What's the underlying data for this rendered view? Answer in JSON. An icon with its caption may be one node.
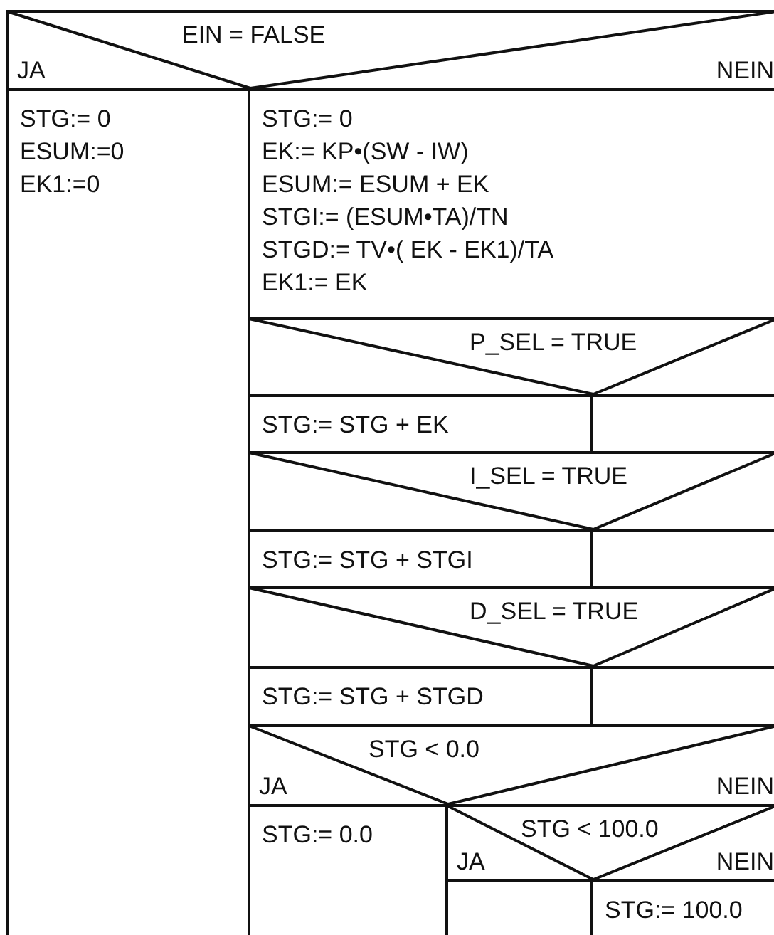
{
  "diagram": {
    "nodes": [
      {
        "text": [
          "EIN = FALSE",
          "JA",
          "NEIN"
        ]
      },
      {
        "text": [
          "STG:= 0",
          "ESUM:=0",
          "EK1:=0"
        ]
      },
      {
        "text": [
          "STG:= 0",
          "EK:= KP•(SW - IW)",
          "ESUM:= ESUM + EK",
          "STGI:= (ESUM•TA)/TN",
          "STGD:= TV•( EK - EK1)/TA",
          "EK1:= EK"
        ]
      },
      {
        "text": [
          "P_SEL = TRUE"
        ]
      },
      {
        "text": [
          "STG:= STG + EK"
        ]
      },
      {
        "text": [],
        "shape": "box"
      },
      {
        "text": [
          "I_SEL = TRUE"
        ]
      },
      {
        "text": [
          "STG:= STG + STGI"
        ]
      },
      {
        "text": [],
        "shape": "box"
      },
      {
        "text": [
          "D_SEL = TRUE"
        ]
      },
      {
        "text": [
          "STG:= STG + STGD"
        ]
      },
      {
        "text": [],
        "shape": "box"
      },
      {
        "text": [
          "STG < 0.0",
          "JA",
          "NEIN"
        ]
      },
      {
        "text": [
          "STG:= 0.0"
        ]
      },
      {
        "text": [
          "STG < 100.0",
          "JA",
          "NEIN"
        ]
      },
      {
        "text": [],
        "shape": "box"
      },
      {
        "text": [
          "STG:= 100.0"
        ]
      }
    ]
  }
}
